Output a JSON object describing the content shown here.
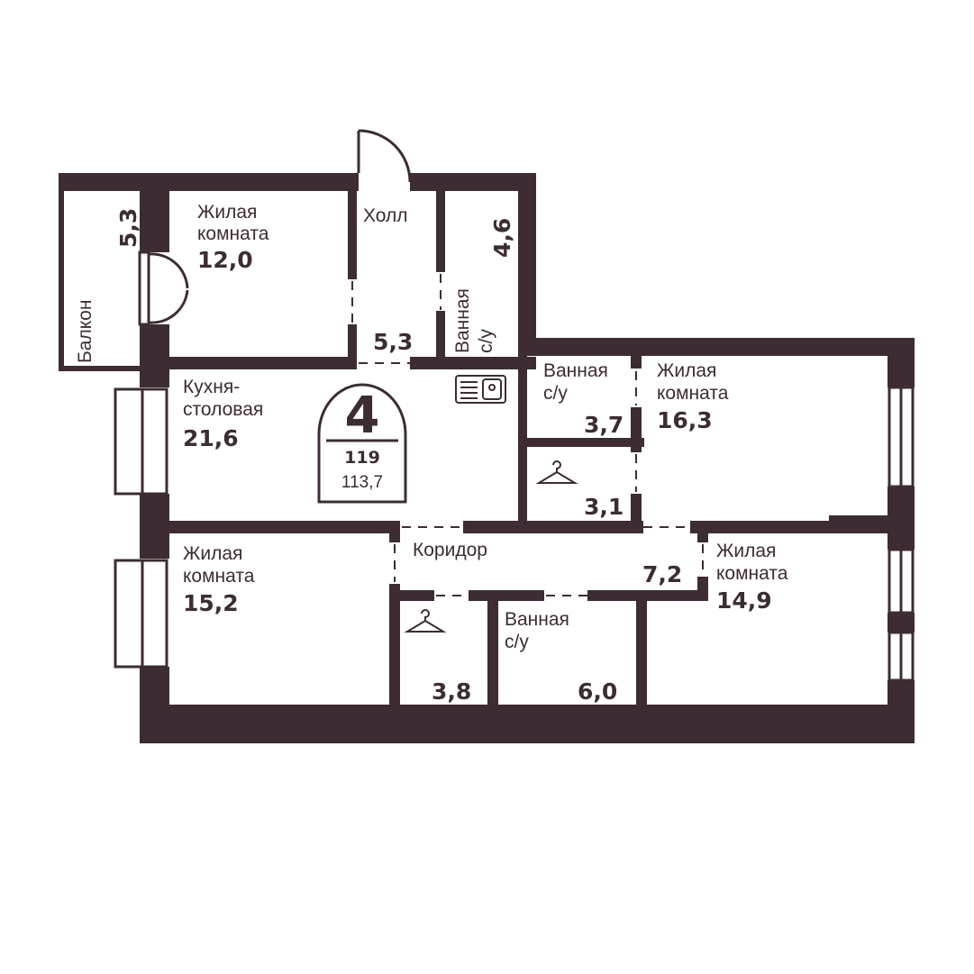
{
  "colors": {
    "wall": "#3d2c33",
    "background": "#ffffff"
  },
  "badge": {
    "rooms": "4",
    "total_area": "119",
    "living_area": "113,7"
  },
  "rooms": {
    "balcony": {
      "name": "Балкон",
      "area": "5,3"
    },
    "bedroom_nw": {
      "name_line1": "Жилая",
      "name_line2": "комната",
      "area": "12,0"
    },
    "hall": {
      "name": "Холл",
      "area": "5,3"
    },
    "bath_north": {
      "name_line1": "Ванная",
      "name_line2": "с/у",
      "area": "4,6"
    },
    "kitchen": {
      "name_line1": "Кухня-",
      "name_line2": "столовая",
      "area": "21,6"
    },
    "bath_east": {
      "name_line1": "Ванная",
      "name_line2": "с/у",
      "area": "3,7"
    },
    "bedroom_ne": {
      "name_line1": "Жилая",
      "name_line2": "комната",
      "area": "16,3"
    },
    "wardrobe_east": {
      "area": "3,1"
    },
    "corridor": {
      "name": "Коридор",
      "area": "7,2"
    },
    "bedroom_sw": {
      "name_line1": "Жилая",
      "name_line2": "комната",
      "area": "15,2"
    },
    "bedroom_se": {
      "name_line1": "Жилая",
      "name_line2": "комната",
      "area": "14,9"
    },
    "wardrobe_south": {
      "area": "3,8"
    },
    "bath_south": {
      "name_line1": "Ванная",
      "name_line2": "с/у",
      "area": "6,0"
    }
  },
  "icons": [
    "hanger-icon",
    "sink-icon",
    "door-icon"
  ]
}
